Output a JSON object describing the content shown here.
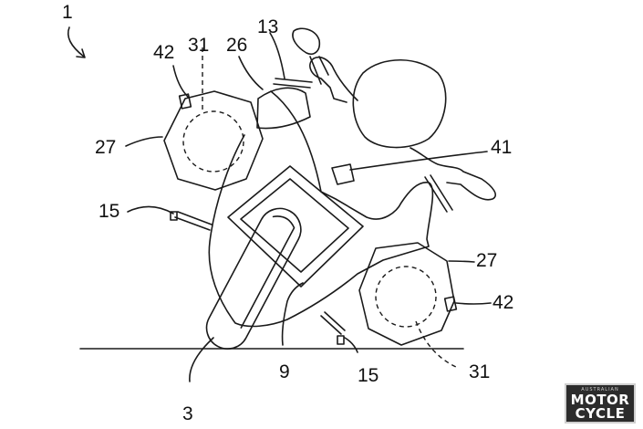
{
  "figure": {
    "labels": {
      "fig_ref": "1",
      "sensor_left": "42",
      "camera_left": "31",
      "tank": "26",
      "handle": "13",
      "housing_left": "27",
      "footrest_left": "15",
      "item_41": "41",
      "housing_right": "27",
      "sensor_right": "42",
      "frame": "9",
      "footrest_right": "15",
      "camera_right": "31",
      "wheel": "3"
    }
  },
  "watermark": {
    "top_text": "AUSTRALIAN",
    "line1": "MOTOR",
    "line2": "CYCLE"
  }
}
